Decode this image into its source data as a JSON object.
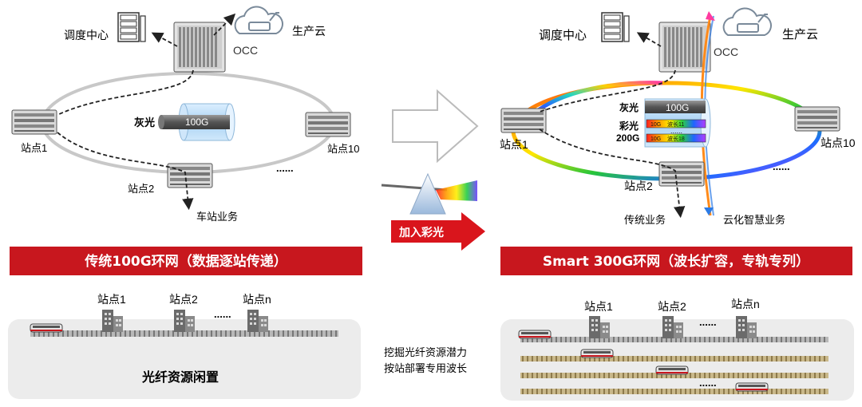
{
  "colors": {
    "banner_red": "#c8171e",
    "ring_gray": "#c8c8c8",
    "panel_gray": "#ececec",
    "arrow_red": "#d9151c",
    "cloud_blue": "#7a8a9a",
    "rail_brown": "#a08c5a"
  },
  "left": {
    "control_center": "调度中心",
    "cloud_label": "生产云",
    "occ_label": "OCC",
    "site1": "站点1",
    "site2": "站点2",
    "site10": "站点10",
    "ellipsis": "......",
    "gray_light_label": "灰光",
    "fiber_100g": "100G",
    "station_service": "车站业务",
    "banner": "传统100G环网（数据逐站传递）",
    "bottom_site1": "站点1",
    "bottom_site2": "站点2",
    "bottom_siten": "站点n",
    "bottom_ellipsis": "......",
    "fiber_idle": "光纤资源闲置"
  },
  "middle": {
    "add_rainbow": "加入彩光",
    "note_line1": "挖掘光纤资源潜力",
    "note_line2": "按站部署专用波长"
  },
  "right": {
    "control_center": "调度中心",
    "cloud_label": "生产云",
    "occ_label": "OCC",
    "site1": "站点1",
    "site2": "站点2",
    "site10": "站点10",
    "ellipsis": "......",
    "gray_light_label": "灰光",
    "fiber_100g": "100G",
    "rainbow_label_1": "彩光",
    "rainbow_label_2": "200G",
    "lambda_10g_a": "10G",
    "lambda_text_a": "波长11",
    "lambda_10g_b": "10G",
    "lambda_text_b": "波长18",
    "fiber_dots": "......",
    "traditional_service": "传统业务",
    "cloud_service": "云化智慧业务",
    "banner": "Smart 300G环网（波长扩容，专轨专列）",
    "bottom_site1": "站点1",
    "bottom_site2": "站点2",
    "bottom_siten": "站点n",
    "bottom_ellipsis": "......",
    "rail_ellipsis": "......"
  }
}
